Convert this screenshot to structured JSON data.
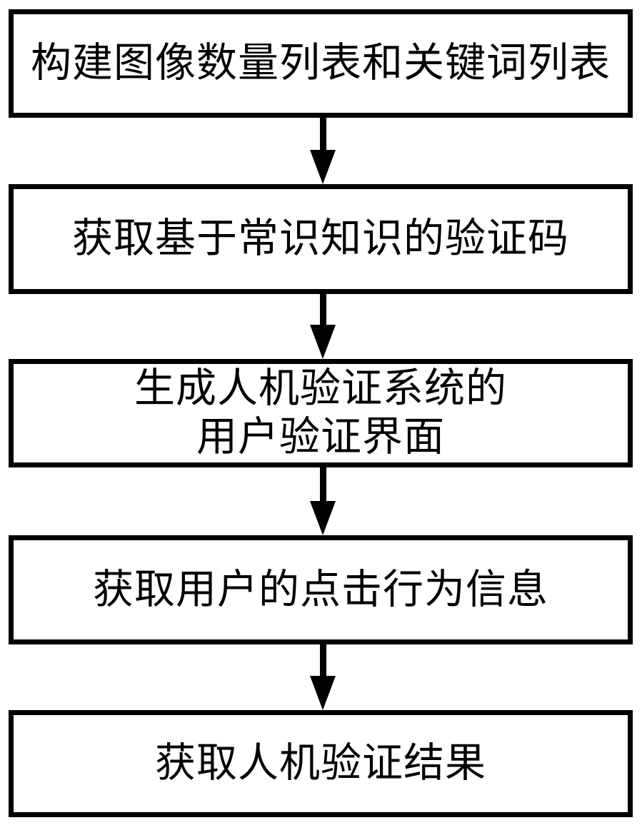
{
  "diagram": {
    "type": "flowchart",
    "orientation": "vertical",
    "language": "zh-CN",
    "colors": {
      "background": "#ffffff",
      "box_border": "#000000",
      "box_fill": "#ffffff",
      "text": "#000000",
      "arrow": "#000000"
    },
    "steps": [
      {
        "id": 1,
        "lines": [
          "构建图像数量列表和关键词列表"
        ]
      },
      {
        "id": 2,
        "lines": [
          "获取基于常识知识的验证码"
        ]
      },
      {
        "id": 3,
        "lines": [
          "生成人机验证系统的",
          "用户验证界面"
        ]
      },
      {
        "id": 4,
        "lines": [
          "获取用户的点击行为信息"
        ]
      },
      {
        "id": 5,
        "lines": [
          "获取人机验证结果"
        ]
      }
    ],
    "connectors": [
      {
        "from": 1,
        "to": 2,
        "style": "solid-arrow-down"
      },
      {
        "from": 2,
        "to": 3,
        "style": "solid-arrow-down"
      },
      {
        "from": 3,
        "to": 4,
        "style": "solid-arrow-down"
      },
      {
        "from": 4,
        "to": 5,
        "style": "solid-arrow-down"
      }
    ]
  }
}
